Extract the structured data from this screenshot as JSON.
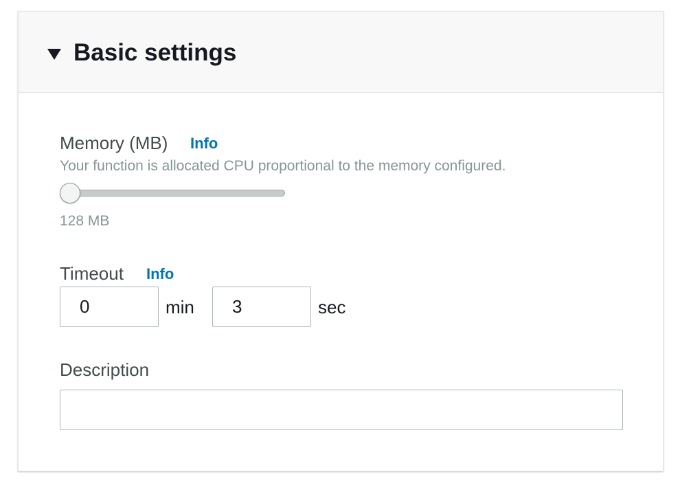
{
  "section": {
    "title": "Basic settings",
    "expanded": true
  },
  "memory": {
    "label": "Memory (MB)",
    "info_link": "Info",
    "description": "Your function is allocated CPU proportional to the memory configured.",
    "value_text": "128 MB",
    "slider_fraction": 0
  },
  "timeout": {
    "label": "Timeout",
    "info_link": "Info",
    "minutes": "0",
    "min_unit": "min",
    "seconds": "3",
    "sec_unit": "sec"
  },
  "description": {
    "label": "Description",
    "value": ""
  },
  "colors": {
    "link": "#0073bb",
    "label": "#444b4d",
    "hint": "#879596",
    "header_bg": "#f8f8f8"
  }
}
